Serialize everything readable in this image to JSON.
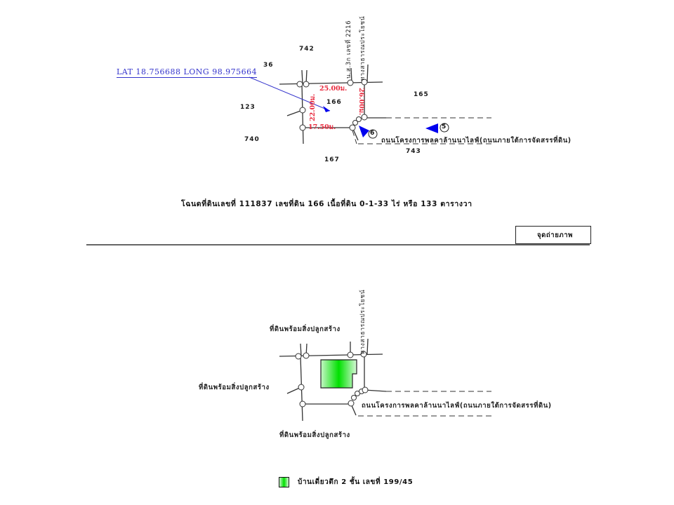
{
  "top_map": {
    "coordinates": "LAT 18.756688 LONG 98.975664",
    "parcels": {
      "n742": "742",
      "n36": "36",
      "n123": "123",
      "n166": "166",
      "n165": "165",
      "n740": "740",
      "n743": "743",
      "n167": "167"
    },
    "dimensions": {
      "top": "25.00ม.",
      "left": "22.00ม.",
      "right": "26.00ม.",
      "bottom": "17.50ม."
    },
    "road_labels": {
      "ns_road": "น.ส.3ก เลขที่ 2216",
      "public_way": "ทางสาธารณประโยชน์",
      "project_road": "ถนนโครงการพลคาล้านนาไลฟ์(ถนนภายใต้การจัดสรรที่ดิน)"
    },
    "photo_points": [
      "5",
      "6"
    ],
    "caption": "โฉนดที่ดินเลขที่ 111837 เลขที่ดิน 166 เนื้อที่ดิน 0-1-33 ไร่ หรือ 133  ตารางวา"
  },
  "legend_photo": {
    "icon": "photo-point-icon",
    "label": "จุดถ่ายภาพ",
    "color": "#0000ff"
  },
  "bottom_map": {
    "neighbor_top": "ที่ดินพร้อมสิ่งปลูกสร้าง",
    "neighbor_left": "ที่ดินพร้อมสิ่งปลูกสร้าง",
    "neighbor_bottom": "ที่ดินพร้อมสิ่งปลูกสร้าง",
    "public_way": "ทางสาธารณประโยชน์",
    "project_road": "ถนนโครงการพลคาล้านนาไลฟ์(ถนนภายใต้การจัดสรรที่ดิน)"
  },
  "legend_house": {
    "label": "บ้านเดี่ยวตึก 2 ชั้น เลขที่ 199/45",
    "color": "#00e000"
  }
}
